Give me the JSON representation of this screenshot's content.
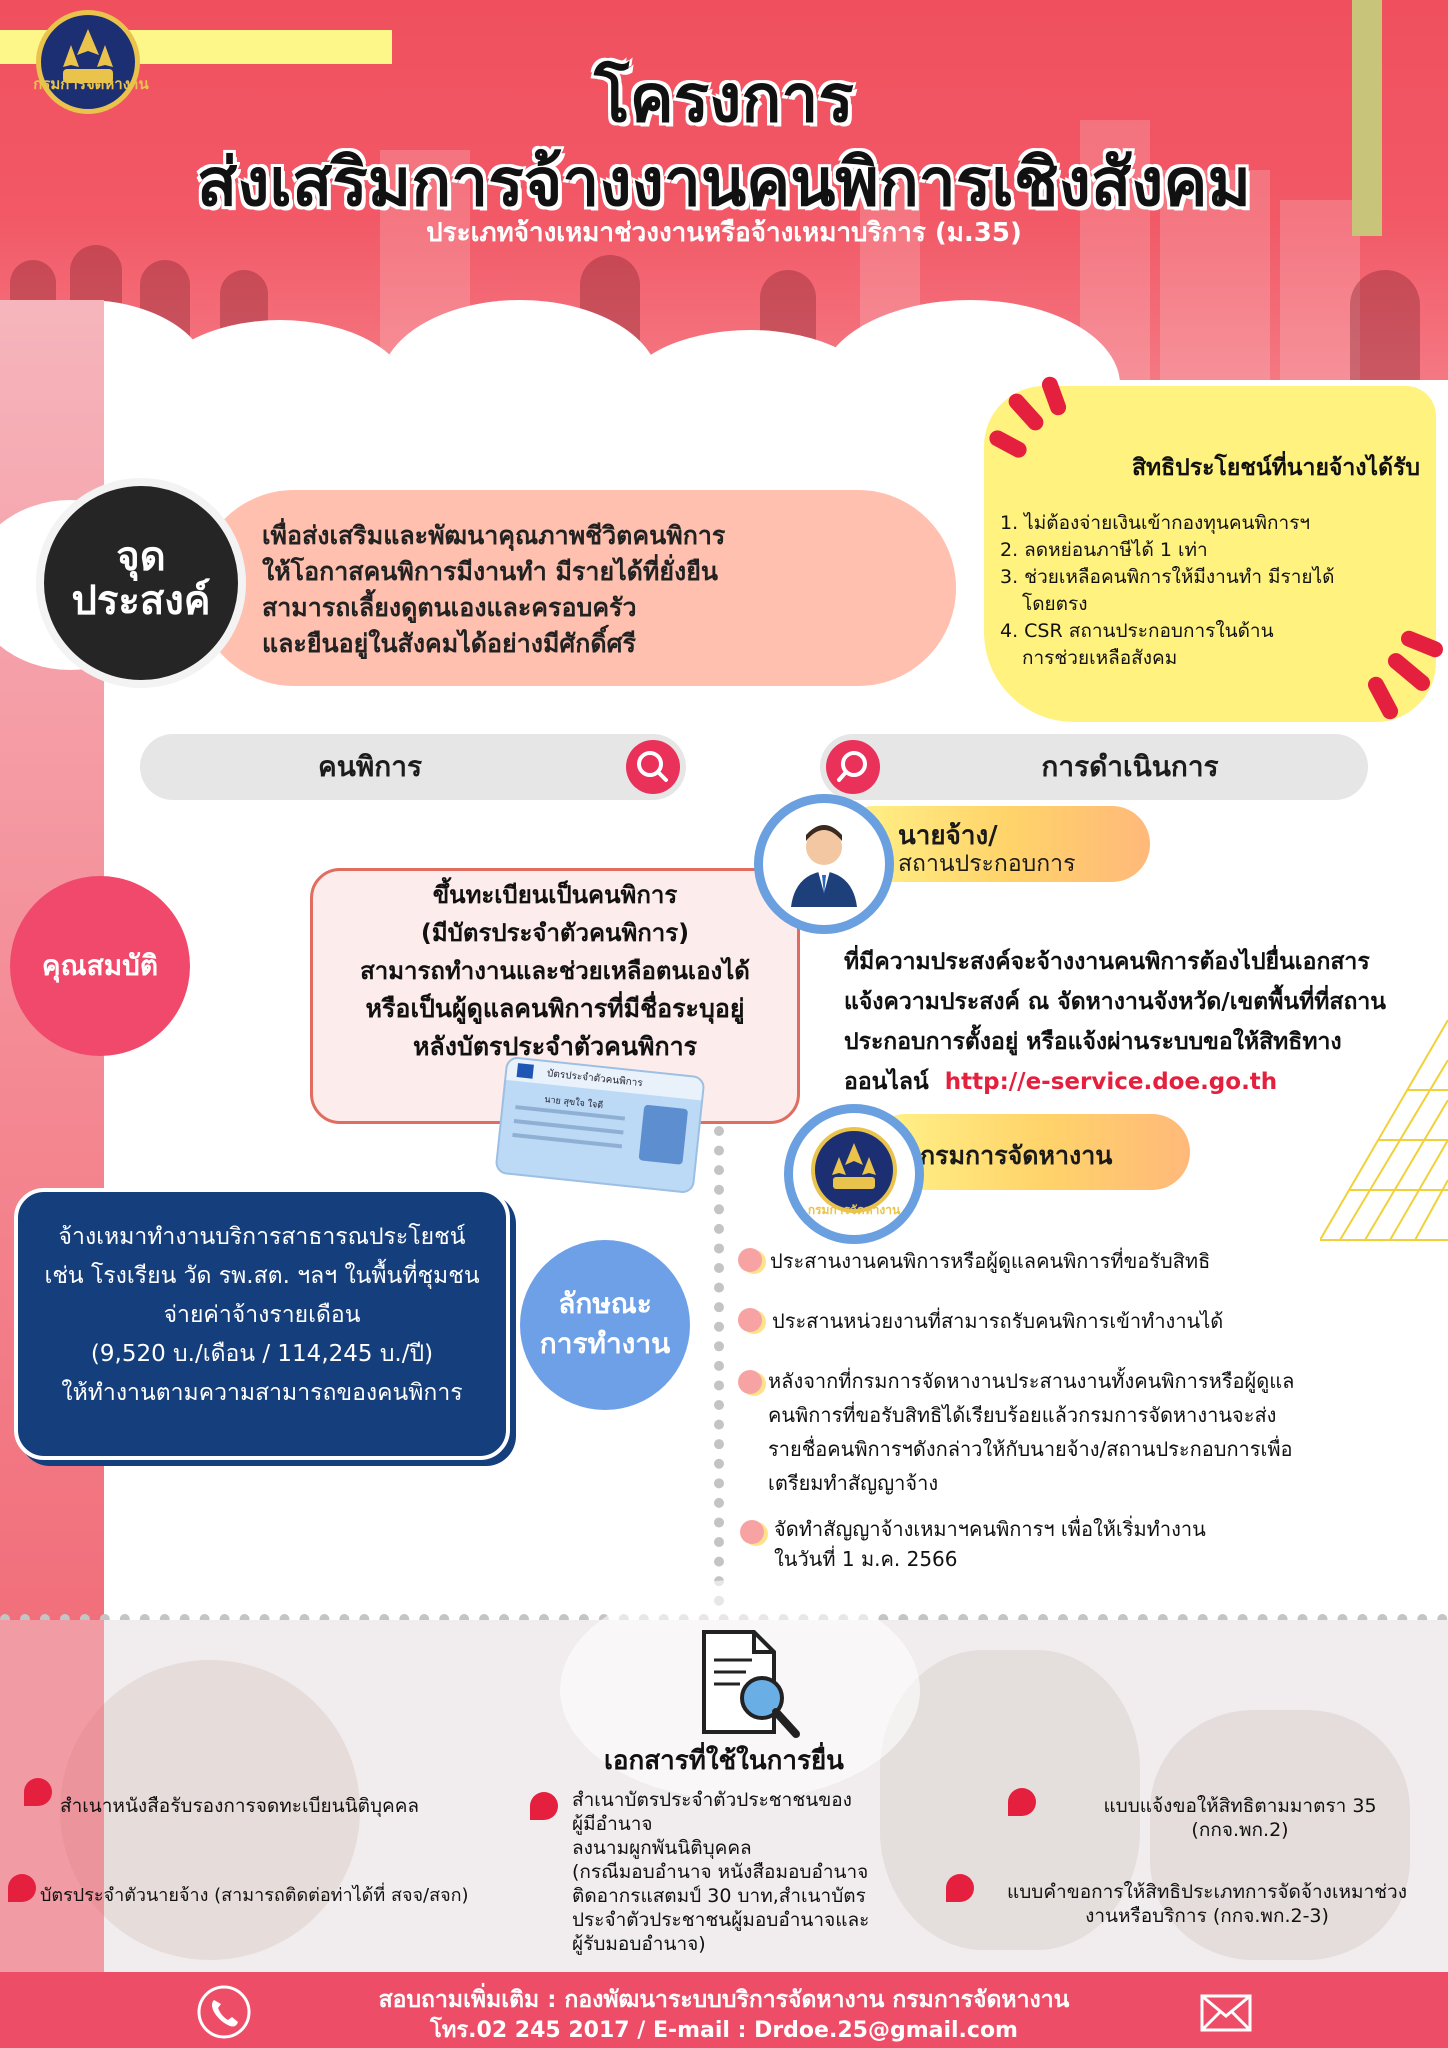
{
  "header": {
    "logo_text": "กรมการจัดหางาน",
    "title_line1": "โครงการ",
    "title_line2": "ส่งเสริมการจ้างงานคนพิการเชิงสังคม",
    "subtitle": "ประเภทจ้างเหมาช่วงงานหรือจ้างเหมาบริการ (ม.35)"
  },
  "objective": {
    "badge_line1": "จุด",
    "badge_line2": "ประสงค์",
    "lines": [
      "เพื่อส่งเสริมและพัฒนาคุณภาพชีวิตคนพิการ",
      "ให้โอกาสคนพิการมีงานทำ มีรายได้ที่ยั่งยืน",
      "สามารถเลี้ยงดูตนเองและครอบครัว",
      "และยืนอยู่ในสังคมได้อย่างมีศักดิ์ศรี"
    ]
  },
  "benefits": {
    "title": "สิทธิประโยชน์ที่นายจ้างได้รับ",
    "items": [
      "1. ไม่ต้องจ่ายเงินเข้ากองทุนคนพิการฯ",
      "2. ลดหย่อนภาษีได้ 1 เท่า",
      "3. ช่วยเหลือคนพิการให้มีงานทำ มีรายได้",
      "    โดยตรง",
      "4. CSR สถานประกอบการในด้าน",
      "    การช่วยเหลือสังคม"
    ]
  },
  "sections": {
    "disabled": "คนพิการ",
    "operation": "การดำเนินการ"
  },
  "qualification": {
    "badge": "คุณสมบัติ",
    "lines": [
      "ขึ้นทะเบียนเป็นคนพิการ",
      "(มีบัตรประจำตัวคนพิการ)",
      "สามารถทำงานและช่วยเหลือตนเองได้",
      "หรือเป็นผู้ดูแลคนพิการที่มีชื่อระบุอยู่",
      "หลังบัตรประจำตัวคนพิการ"
    ],
    "card_title": "บัตรประจำตัวคนพิการ",
    "card_name": "นาย สุขใจ ใจดี"
  },
  "employer": {
    "label_line1": "นายจ้าง/",
    "label_line2": "สถานประกอบการ",
    "lines": [
      "ที่มีความประสงค์จะจ้างงานคนพิการต้องไปยื่นเอกสาร",
      "แจ้งความประสงค์ ณ จัดหางานจังหวัด/เขตพื้นที่ที่สถาน",
      "ประกอบการตั้งอยู่ หรือแจ้งผ่านระบบขอให้สิทธิทาง"
    ],
    "last_line": "ออนไลน์",
    "link": "http://e-service.doe.go.th"
  },
  "department": {
    "label": "กรมการจัดหางาน",
    "logo_text": "กรมการจัดหางาน",
    "steps": [
      [
        "ประสานงานคนพิการหรือผู้ดูแลคนพิการที่ขอรับสิทธิ"
      ],
      [
        "ประสานหน่วยงานที่สามารถรับคนพิการเข้าทำงานได้"
      ],
      [
        "หลังจากที่กรมการจัดหางานประสานงานทั้งคนพิการหรือผู้ดูแล",
        "คนพิการที่ขอรับสิทธิได้เรียบร้อยแล้วกรมการจัดหางานจะส่ง",
        "รายชื่อคนพิการฯดังกล่าวให้กับนายจ้าง/สถานประกอบการเพื่อ",
        "เตรียมทำสัญญาจ้าง"
      ],
      [
        "จัดทำสัญญาจ้างเหมาฯคนพิการฯ เพื่อให้เริ่มทำงาน",
        "ในวันที่ 1 ม.ค. 2566"
      ]
    ]
  },
  "work": {
    "badge_line1": "ลักษณะ",
    "badge_line2": "การทำงาน",
    "lines": [
      "จ้างเหมาทำงานบริการสาธารณประโยชน์",
      "เช่น โรงเรียน  วัด รพ.สต. ฯลฯ ในพื้นที่ชุมชน",
      "จ่ายค่าจ้างรายเดือน",
      "(9,520 บ./เดือน / 114,245 บ./ปี)",
      "ให้ทำงานตามความสามารถของคนพิการ"
    ]
  },
  "documents": {
    "title": "เอกสารที่ใช้ในการยื่น",
    "col1": [
      [
        "สำเนาหนังสือรับรองการจดทะเบียนนิติบุคคล"
      ],
      [
        "บัตรประจำตัวนายจ้าง (สามารถติดต่อท่าได้ที่ สจจ/สจก)"
      ]
    ],
    "col2": [
      "สำเนาบัตรประจำตัวประชาชนของ",
      "ผู้มีอำนาจ",
      "ลงนามผูกพันนิติบุคคล",
      "(กรณีมอบอำนาจ หนังสือมอบอำนาจ",
      "ติดอากรแสตมป์ 30 บาท,สำเนาบัตร",
      "ประจำตัวประชาชนผู้มอบอำนาจและ",
      "ผู้รับมอบอำนาจ)"
    ],
    "col3": [
      [
        "แบบแจ้งขอให้สิทธิตามมาตรา 35",
        "(กกจ.พก.2)"
      ],
      [
        "แบบคำขอการให้สิทธิประเภทการจัดจ้างเหมาช่วง",
        "งานหรือบริการ (กกจ.พก.2-3)"
      ]
    ]
  },
  "footer": {
    "line1": "สอบถามเพิ่มเติม : กองพัฒนาระบบบริการจัดหางาน กรมการจัดหางาน",
    "line2": "โทร.02 245 2017 / E-mail : Drdoe.25@gmail.com"
  },
  "icons": {
    "search": "search-icon",
    "phone": "phone-icon",
    "mail": "mail-icon",
    "document": "document-search-icon",
    "employer": "businessman-icon"
  },
  "colors": {
    "primary_red": "#f0505e",
    "accent_pink": "#e9315a",
    "navy": "#153e7d",
    "yellow": "#fff27f",
    "blue_circle": "#6ea0e8"
  }
}
